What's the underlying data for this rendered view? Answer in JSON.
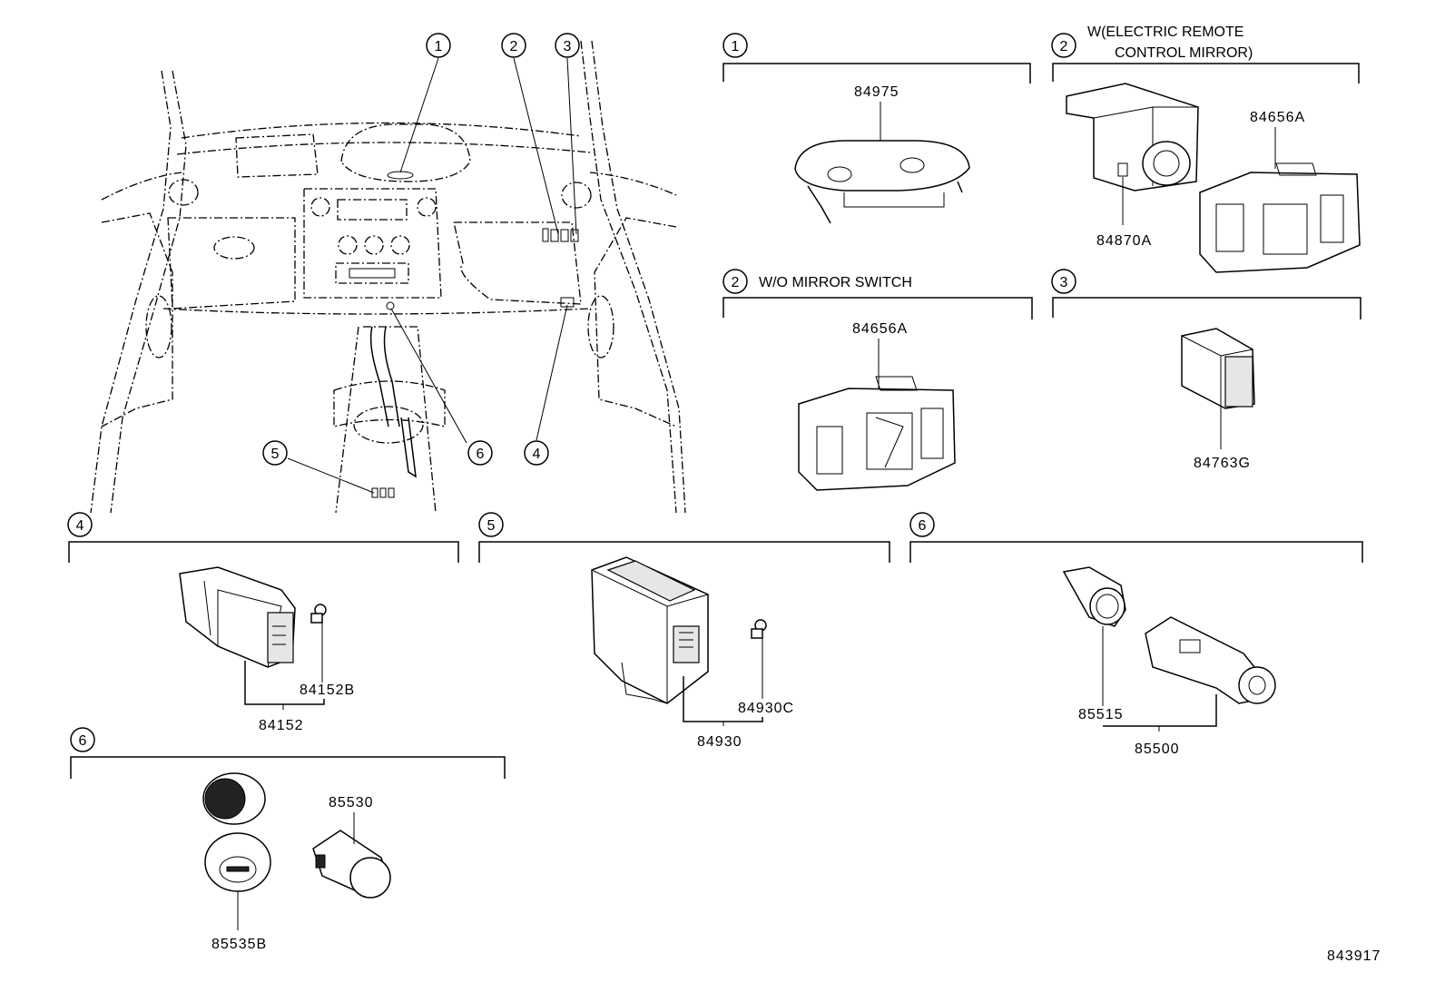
{
  "overview": {
    "callouts": [
      "1",
      "2",
      "3",
      "4",
      "5",
      "6"
    ]
  },
  "sections": [
    {
      "key": "s1",
      "num": "1",
      "note": "",
      "parts": [
        "84975"
      ]
    },
    {
      "key": "s2a",
      "num": "2",
      "note_line1": "W(ELECTRIC REMOTE",
      "note_line2": "CONTROL MIRROR)",
      "parts": [
        "84656A",
        "84870A"
      ]
    },
    {
      "key": "s2b",
      "num": "2",
      "note": "W/O MIRROR SWITCH",
      "parts": [
        "84656A"
      ]
    },
    {
      "key": "s3",
      "num": "3",
      "note": "",
      "parts": [
        "84763G"
      ]
    },
    {
      "key": "s4",
      "num": "4",
      "note": "",
      "parts": [
        "84152B",
        "84152"
      ]
    },
    {
      "key": "s5",
      "num": "5",
      "note": "",
      "parts": [
        "84930C",
        "84930"
      ]
    },
    {
      "key": "s6a",
      "num": "6",
      "note": "",
      "parts": [
        "85515",
        "85500"
      ]
    },
    {
      "key": "s6b",
      "num": "6",
      "note": "",
      "parts": [
        "85530",
        "85535B"
      ]
    }
  ],
  "figure_id": "843917"
}
